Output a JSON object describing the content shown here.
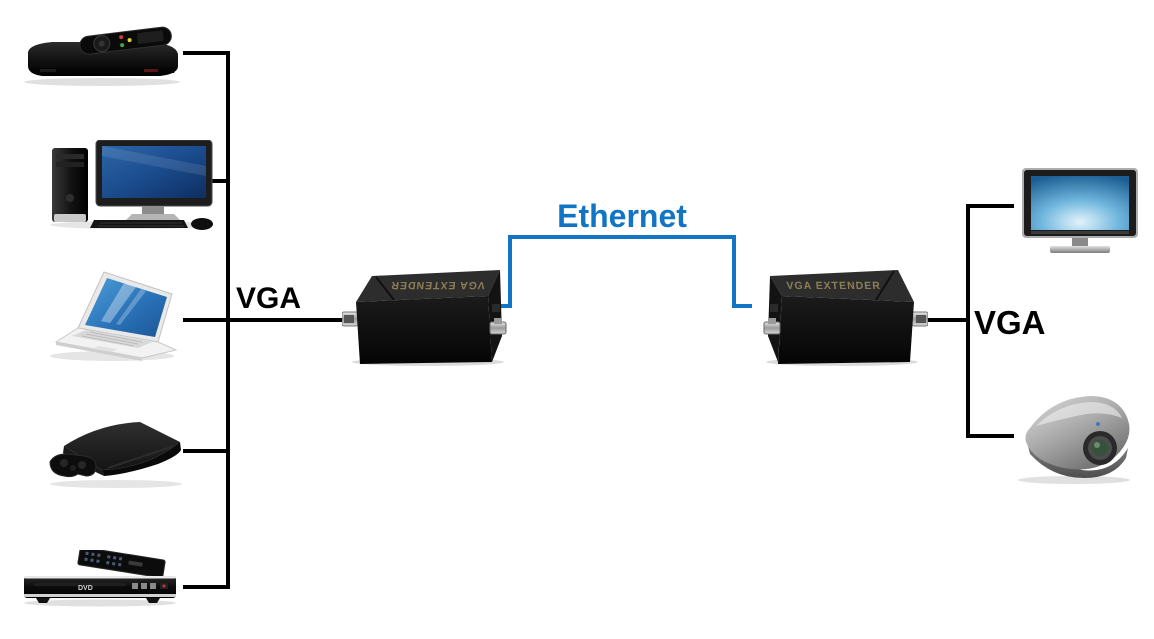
{
  "diagram": {
    "labels": {
      "vga_left": "VGA",
      "ethernet": "Ethernet",
      "vga_right": "VGA"
    },
    "extenders": {
      "left_label": "VGA EXTENDER",
      "right_label": "VGA EXTENDER"
    },
    "source_devices": [
      {
        "icon": "dvr-set-top-box-icon"
      },
      {
        "icon": "desktop-computer-icon"
      },
      {
        "icon": "laptop-icon"
      },
      {
        "icon": "game-console-icon"
      },
      {
        "icon": "dvd-player-icon",
        "badge": "DVD"
      }
    ],
    "display_devices": [
      {
        "icon": "monitor-icon"
      },
      {
        "icon": "projector-icon"
      }
    ],
    "colors": {
      "line_black": "#000000",
      "ethernet_blue": "#1274c5",
      "extender_text_gold": "#8d7f55"
    }
  }
}
